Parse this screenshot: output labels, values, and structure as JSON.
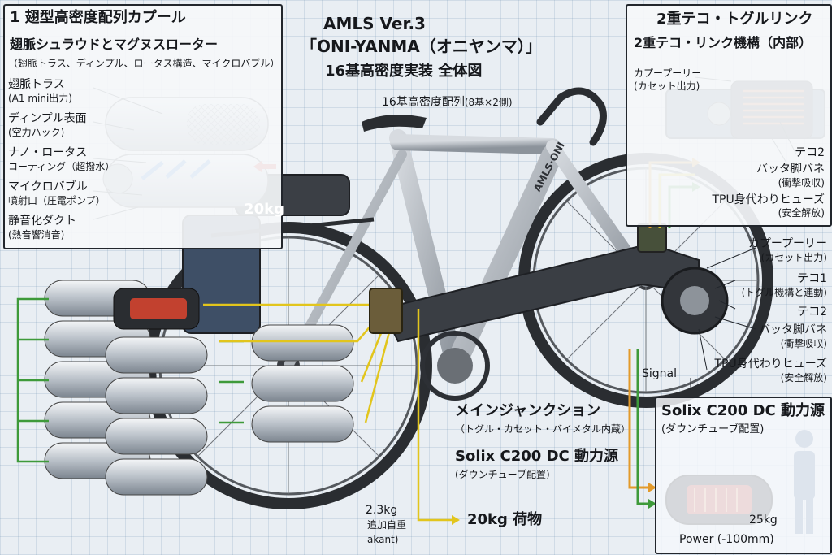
{
  "title": {
    "line1": "AMLS Ver.3",
    "line2": "「ONI-YANMA（オニヤンマ）」",
    "line3": "16基高密度実装 全体図"
  },
  "top_left": {
    "heading": "1 翅型高密度配列カプール",
    "subheading": "翅脈シュラウドとマグヌスローター",
    "subnote": "（翅脈トラス、ディンプル、ロータス構造、マイクロバブル）",
    "labels": [
      {
        "name": "翅脈トラス",
        "sub": "(A1 mini出力)"
      },
      {
        "name": "ディンプル表面",
        "sub": "(空力ハック)"
      },
      {
        "name": "ナノ・ロータス",
        "sub": "コーティング（超撥水）"
      },
      {
        "name": "マイクロバブル",
        "sub": "噴射口（圧電ポンプ）"
      },
      {
        "name": "静音化ダクト",
        "sub": "(熱音響消音)"
      }
    ]
  },
  "center": {
    "array_label": "16基高密度配列",
    "array_note": "(8基×2側)",
    "bag_weight": "20kg",
    "junction_title": "メインジャンクション",
    "junction_note": "（トグル・カセット・バイメタル内蔵）",
    "power_title": "Solix C200 DC 動力源",
    "power_note": "(ダウンチューブ配置)",
    "weight_value": "2.3kg",
    "weight_label": "追加自重",
    "weight_extra": "akant)",
    "cargo": "20kg 荷物",
    "signal": "Signal"
  },
  "top_right": {
    "heading1": "2重テコ・トグルリンク",
    "heading2": "2重テコ・リンク機構（内部）",
    "labels": [
      {
        "name": "カプープーリー",
        "sub": "(カセット出力)"
      },
      {
        "name": "テコ2",
        "sub": ""
      },
      {
        "name": "バッタ脚バネ",
        "sub": "(衝撃吸収)"
      },
      {
        "name": "TPU身代わりヒューズ",
        "sub": "(安全解放)"
      }
    ]
  },
  "right_mid": {
    "labels": [
      {
        "name": "カプープーリー",
        "sub": "(カセット出力)"
      },
      {
        "name": "テコ1",
        "sub": "(トグル機構と連動)"
      },
      {
        "name": "テコ2",
        "sub": ""
      },
      {
        "name": "バッタ脚バネ",
        "sub": "(衝撃吸収)"
      },
      {
        "name": "TPU身代わりヒューズ",
        "sub": "(安全解放)"
      }
    ]
  },
  "bottom_right": {
    "title": "Solix C200 DC 動力源",
    "note": "(ダウンチューブ配置)",
    "weight": "25kg",
    "power": "Power (-100mm)"
  },
  "frame_text": "AMLS·ONI",
  "colors": {
    "accent_yellow": "#e2c51c",
    "accent_orange": "#e39a2a",
    "accent_green": "#3e9a3a",
    "arrow_red": "#d8342a",
    "arrow_blue": "#3b7fd6"
  }
}
